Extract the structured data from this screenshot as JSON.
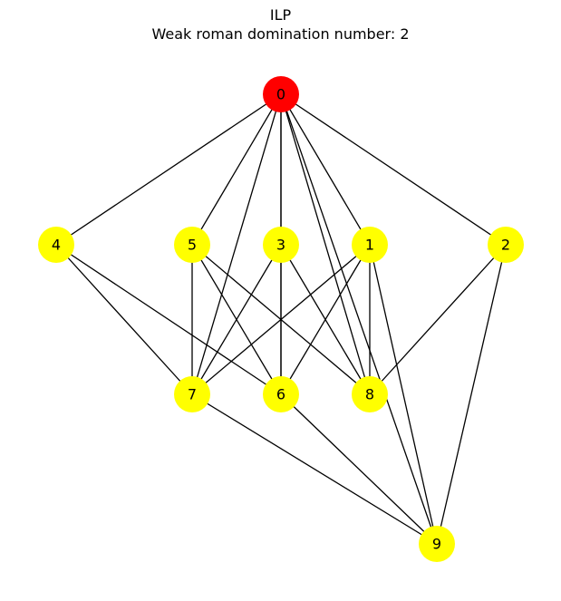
{
  "title": "ILP",
  "subtitle": "Weak roman domination number: 2",
  "colors": {
    "highlight": "#ff0000",
    "default": "#ffff00",
    "edge": "#000000"
  },
  "nodes": [
    {
      "id": "0",
      "color": "highlight"
    },
    {
      "id": "1",
      "color": "default"
    },
    {
      "id": "2",
      "color": "default"
    },
    {
      "id": "3",
      "color": "default"
    },
    {
      "id": "4",
      "color": "default"
    },
    {
      "id": "5",
      "color": "default"
    },
    {
      "id": "6",
      "color": "default"
    },
    {
      "id": "7",
      "color": "default"
    },
    {
      "id": "8",
      "color": "default"
    },
    {
      "id": "9",
      "color": "default"
    }
  ],
  "edges": [
    [
      "0",
      "4"
    ],
    [
      "0",
      "5"
    ],
    [
      "0",
      "3"
    ],
    [
      "0",
      "1"
    ],
    [
      "0",
      "2"
    ],
    [
      "0",
      "7"
    ],
    [
      "0",
      "6"
    ],
    [
      "0",
      "8"
    ],
    [
      "0",
      "9"
    ],
    [
      "4",
      "7"
    ],
    [
      "4",
      "6"
    ],
    [
      "5",
      "7"
    ],
    [
      "5",
      "6"
    ],
    [
      "5",
      "8"
    ],
    [
      "3",
      "7"
    ],
    [
      "3",
      "6"
    ],
    [
      "3",
      "8"
    ],
    [
      "1",
      "7"
    ],
    [
      "1",
      "6"
    ],
    [
      "1",
      "8"
    ],
    [
      "1",
      "9"
    ],
    [
      "2",
      "8"
    ],
    [
      "2",
      "9"
    ],
    [
      "7",
      "9"
    ],
    [
      "6",
      "9"
    ]
  ]
}
